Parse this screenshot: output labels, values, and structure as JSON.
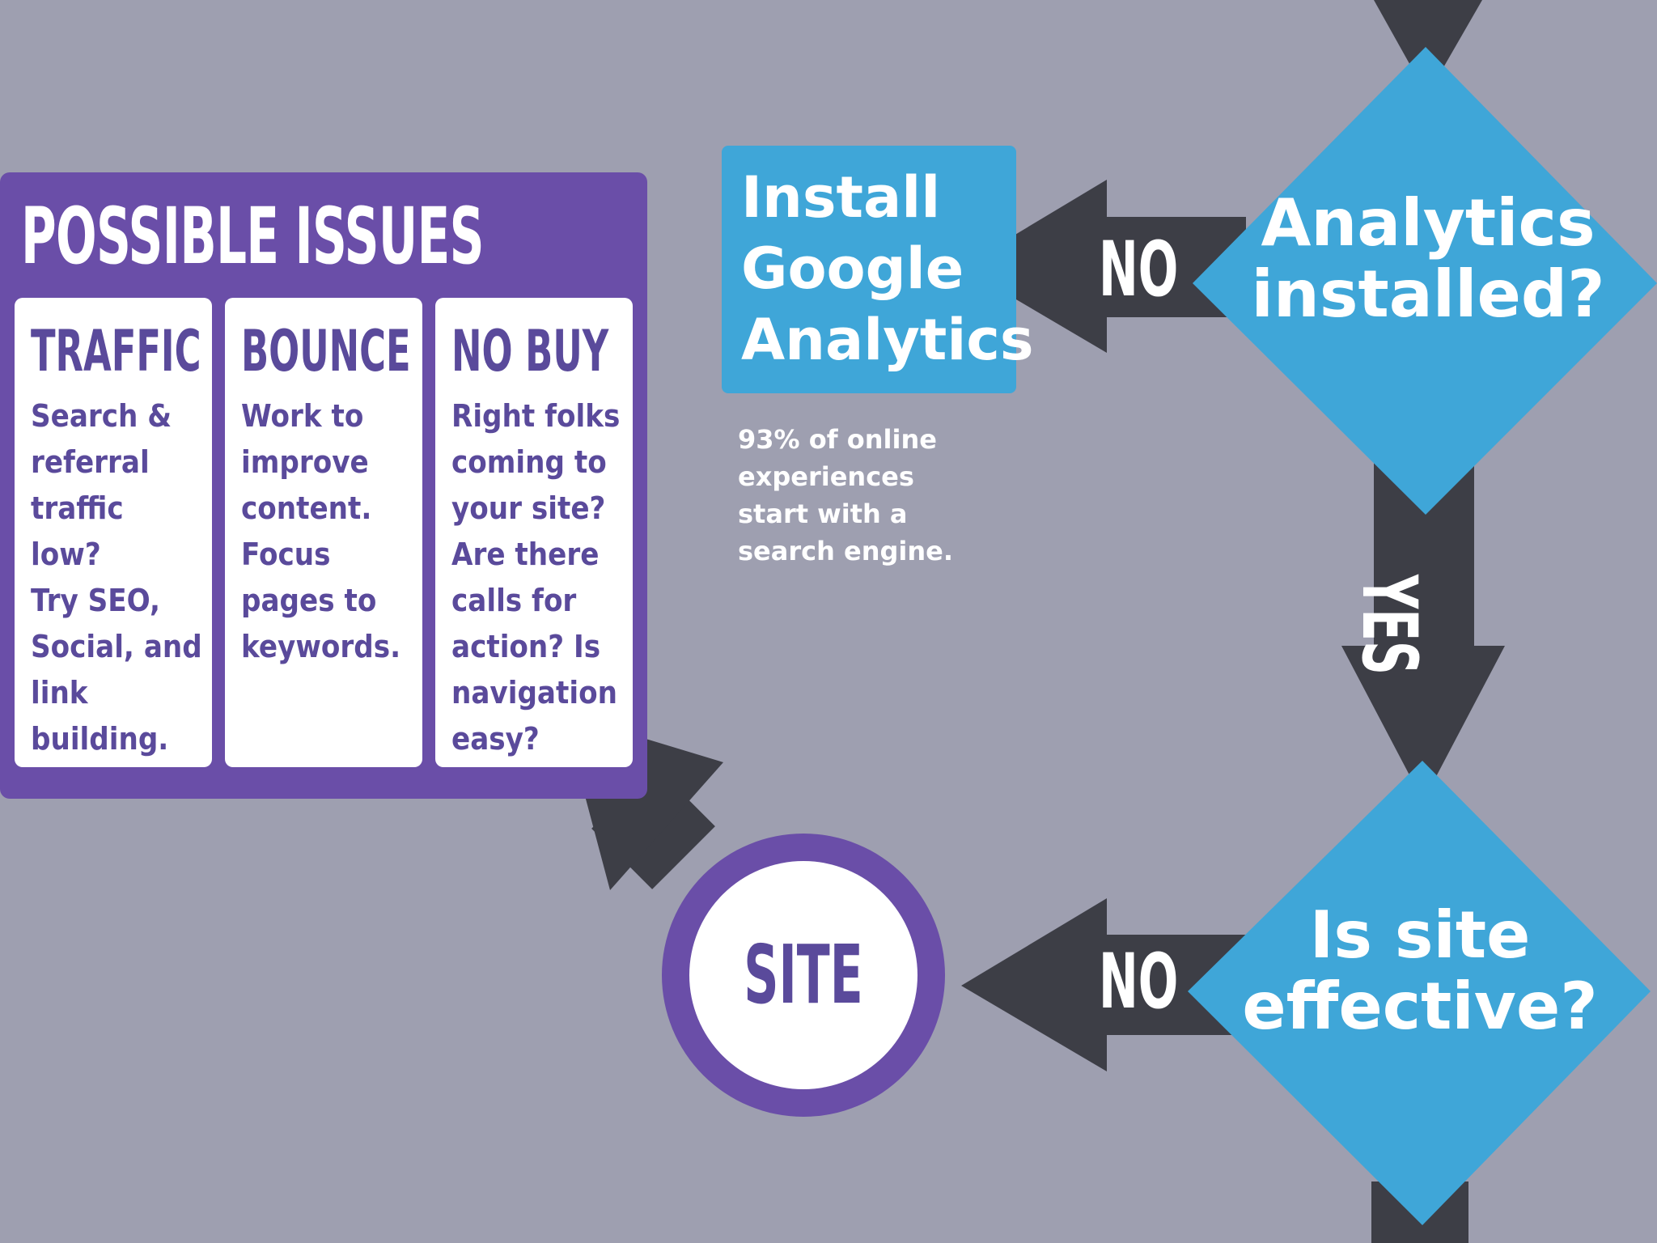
{
  "colors": {
    "background": "#9e9fb0",
    "purple": "#6a4ea8",
    "purple_text": "#5a4a9b",
    "blue": "#3fa6d8",
    "arrow_dark": "#3d3e46",
    "white": "#ffffff"
  },
  "possible_issues": {
    "title": "POSSIBLE ISSUES",
    "cards": [
      {
        "heading": "TRAFFIC",
        "body": "Search &\nreferral\ntraffic low?\nTry SEO,\nSocial, and\nlink\nbuilding."
      },
      {
        "heading": "BOUNCE",
        "body": "Work to\nimprove\ncontent.\nFocus\npages to\nkeywords."
      },
      {
        "heading": "NO BUY",
        "body": "Right folks\ncoming to\nyour site?\nAre there\ncalls for\naction? Is\nnavigation\neasy?"
      }
    ]
  },
  "install_box": {
    "text": "Install\nGoogle\nAnalytics"
  },
  "stat_note": "93% of online\nexperiences\nstart with a\nsearch engine.",
  "decisions": {
    "analytics": "Analytics\ninstalled?",
    "effective": "Is site\neffective?"
  },
  "arrow_labels": {
    "no_top": "NO",
    "yes": "YES",
    "no_bottom": "NO"
  },
  "site": {
    "label": "SITE"
  }
}
